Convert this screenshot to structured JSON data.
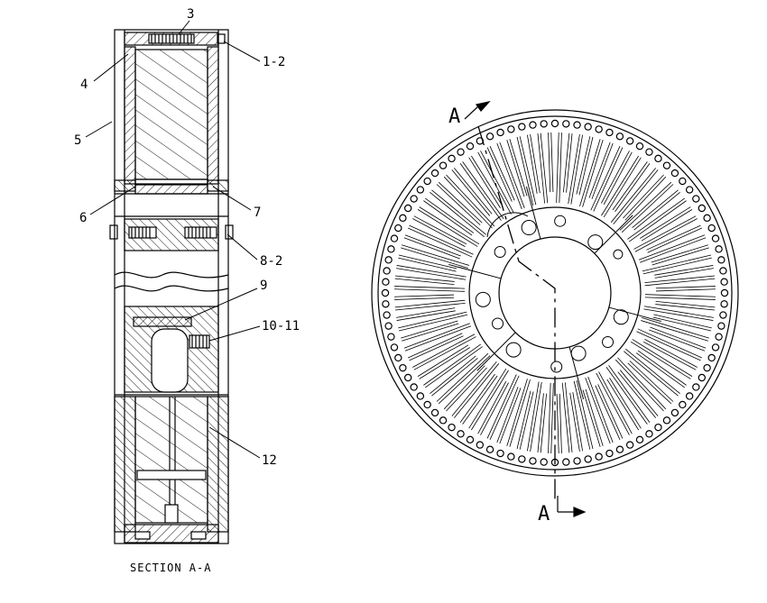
{
  "drawing": {
    "section_caption": "SECTION  A-A",
    "callouts": {
      "c3": "3",
      "c1_2": "1-2",
      "c4": "4",
      "c5": "5",
      "c6": "6",
      "c7": "7",
      "c8_2": "8-2",
      "c9": "9",
      "c10_11": "10-11",
      "c12": "12"
    },
    "section_marker_top": "A",
    "section_marker_bottom": "A"
  },
  "colors": {
    "line": "#000000",
    "background": "#ffffff"
  }
}
